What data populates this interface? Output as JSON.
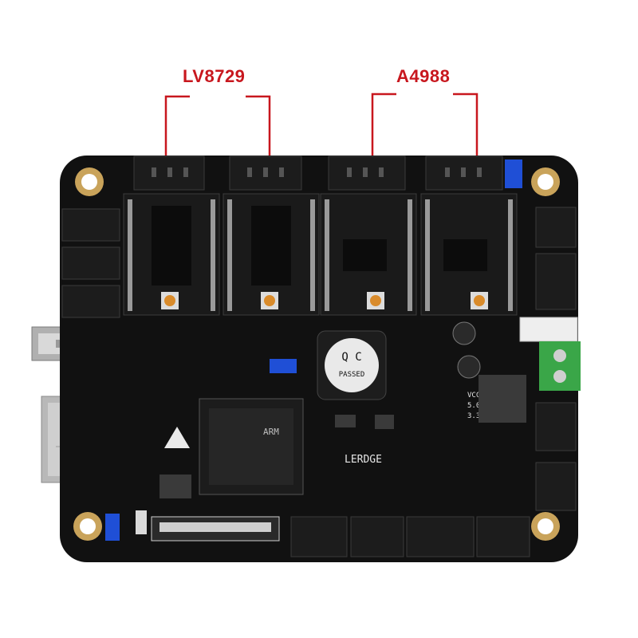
{
  "callouts": {
    "left_label": "LV8729",
    "right_label": "A4988",
    "color": "#c8171e"
  },
  "board_text": {
    "qc_line1": "Q C",
    "qc_line2": "PASSED",
    "brand": "LERDGE",
    "vcc": "VCC",
    "v5": "5.0V",
    "v33": "3.3V",
    "chip_mark": "ARM"
  },
  "colors": {
    "pcb": "#101010",
    "gold": "#c9a35a",
    "header_blue": "#1f4fd6",
    "terminal_green": "#3aa648"
  }
}
